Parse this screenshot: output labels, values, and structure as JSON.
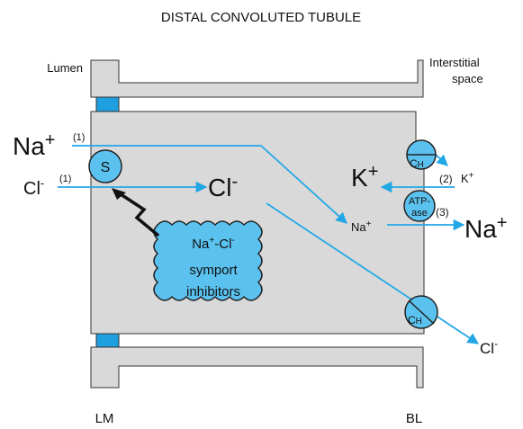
{
  "title": "DISTAL CONVOLUTED TUBULE",
  "labels": {
    "lumen": "Lumen",
    "interstitial_line1": "Interstitial",
    "interstitial_line2": "space",
    "lm": "LM",
    "bl": "BL"
  },
  "ions": {
    "na_main": "Na",
    "na_main_sup": "+",
    "na_main_note": "(1)",
    "cl_left": "Cl",
    "cl_left_sup": "-",
    "cl_left_note": "(1)",
    "cl_mid": "Cl",
    "cl_mid_sup": "-",
    "k_big": "K",
    "k_big_sup": "+",
    "k_small_note": "(2)",
    "k_small": "K",
    "k_small_sup": "+",
    "na_small": "Na",
    "na_small_sup": "+",
    "na_right_note": "(3)",
    "na_right": "Na",
    "na_right_sup": "+",
    "cl_out": "Cl",
    "cl_out_sup": "-"
  },
  "transporters": {
    "symporter": "S",
    "channel_k_main": "C",
    "channel_k_sub": "H",
    "atpase_line1": "ATP-",
    "atpase_line2": "ase",
    "channel_cl_main": "C",
    "channel_cl_sub": "H"
  },
  "inhibitor": {
    "line1_a": "Na",
    "line1_sup1": "+",
    "line1_b": "-Cl",
    "line1_sup2": "-",
    "line2": "symport",
    "line3": "inhibitors"
  },
  "colors": {
    "membrane": "#d9d9d9",
    "transporter": "#5bc2ef",
    "arrow": "#21a7e6",
    "junction": "#1e9fe0"
  }
}
